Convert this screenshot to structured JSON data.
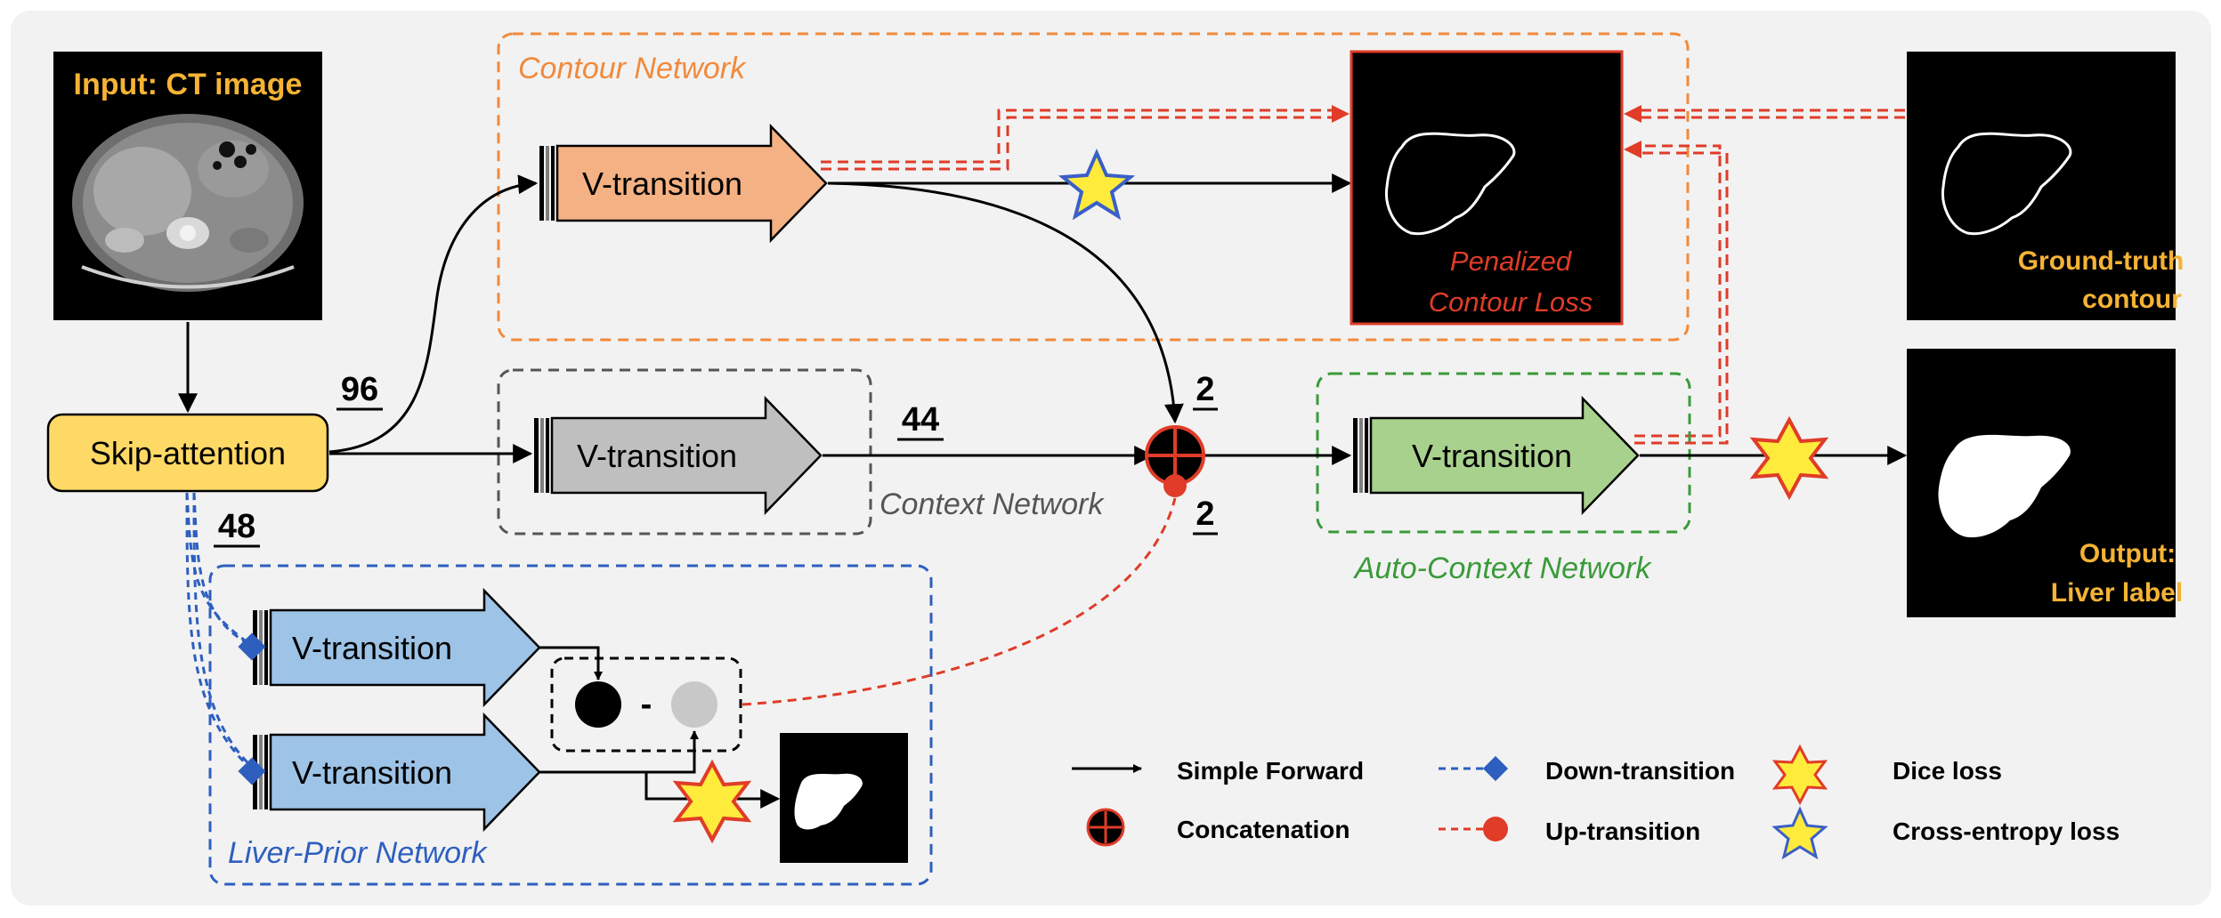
{
  "panels": {
    "input": "Input: CT image",
    "ground_truth_1": "Ground-truth",
    "ground_truth_2": "contour",
    "output_1": "Output:",
    "output_2": "Liver label",
    "penalized_1": "Penalized",
    "penalized_2": "Contour Loss"
  },
  "nodes": {
    "skip_attention": "Skip-attention",
    "contour_vt": "V-transition",
    "context_vt": "V-transition",
    "auto_context_vt": "V-transition",
    "prior_vt_1": "V-transition",
    "prior_vt_2": "V-transition",
    "minus": "-"
  },
  "networks": {
    "contour": "Contour Network",
    "context": "Context Network",
    "auto_context": "Auto-Context Network",
    "liver_prior": "Liver-Prior Network"
  },
  "channels": {
    "c96": "96",
    "c44": "44",
    "c48": "48",
    "c2_top": "2",
    "c2_bottom": "2"
  },
  "legend": {
    "simple_forward": "Simple Forward",
    "concatenation": "Concatenation",
    "down_transition": "Down-transition",
    "up_transition": "Up-transition",
    "dice_loss": "Dice loss",
    "cross_entropy_loss": "Cross-entropy loss"
  },
  "colors": {
    "contour": "#f08a3c",
    "contour_fill": "#f4b183",
    "context_fill": "#bfbfbf",
    "auto_context": "#3a9a3a",
    "auto_context_fill": "#a9d18e",
    "liver_prior": "#2e5fbf",
    "liver_prior_fill": "#9dc3e6",
    "skip_attention_fill": "#ffd966",
    "up_transition": "#e03c28",
    "panel_label": "#f5b335"
  }
}
